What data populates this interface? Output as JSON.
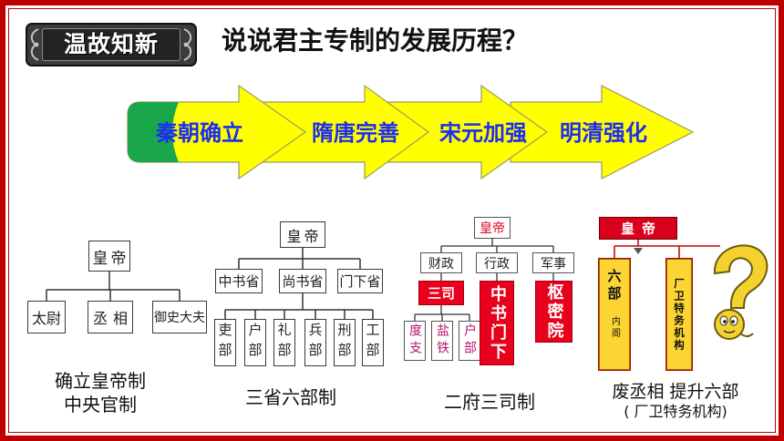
{
  "header": {
    "badge": "温故知新",
    "title": "说说君主专制的发展历程？"
  },
  "process": {
    "steps": [
      "秦朝确立",
      "隋唐完善",
      "宋元加强",
      "明清强化"
    ]
  },
  "diagram_qin": {
    "emperor": "皇帝",
    "officials": [
      "太尉",
      "丞相",
      "御史大夫"
    ],
    "caption": [
      "确立皇帝制",
      "中央官制"
    ]
  },
  "diagram_suitang": {
    "emperor": "皇帝",
    "departments": [
      "中书省",
      "尚书省",
      "门下省"
    ],
    "ministries": [
      "吏部",
      "户部",
      "礼部",
      "兵部",
      "刑部",
      "工部"
    ],
    "caption": "三省六部制"
  },
  "diagram_song": {
    "emperor": "皇帝",
    "branches": [
      "财政",
      "行政",
      "军事"
    ],
    "finance_office": "三司",
    "finance_subs": [
      "度支",
      "盐铁",
      "户部"
    ],
    "admin_office": "中书门下",
    "military_office": "枢密院",
    "caption": "二府三司制"
  },
  "diagram_mingqing": {
    "emperor": "皇帝",
    "six_ministries": "六部",
    "cabinet": "内阁",
    "secret_police": "厂卫特务机构",
    "caption": [
      "废丞相 提升六部",
      "( 厂卫特务机构)"
    ]
  },
  "icons": {
    "badge_ornament": "ornament-icon",
    "thinking_figure": "question-mark-icon"
  },
  "colors": {
    "frame": "#c00000",
    "arrow_yellow": "#ffff00",
    "arrow_green": "#1aa64a",
    "step_text": "#1d2df0",
    "red_box": "#e8001c",
    "pink_text": "#b8166f",
    "gold_box": "#fcd535"
  }
}
